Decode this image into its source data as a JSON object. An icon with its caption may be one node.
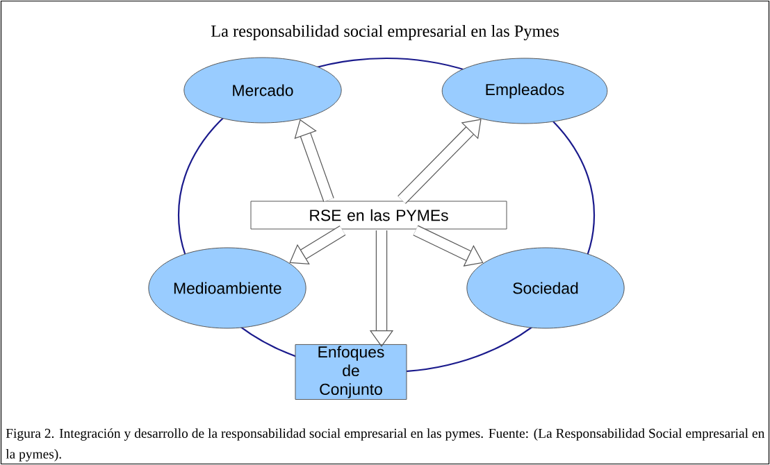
{
  "diagram": {
    "title": "La responsabilidad social empresarial en las Pymes",
    "caption": "Figura 2. Integración y desarrollo de la responsabilidad social empresarial en las pymes. Fuente: (La Responsabilidad Social empresarial en la pymes).",
    "nodes": [
      {
        "text": [
          "Mercado"
        ]
      },
      {
        "text": [
          "Empleados"
        ]
      },
      {
        "text": [
          "RSE en las PYMEs"
        ]
      },
      {
        "text": [
          "Medioambiente"
        ]
      },
      {
        "text": [
          "Sociedad"
        ]
      },
      {
        "text": [
          "Enfoques de Conjunto"
        ]
      }
    ],
    "edges": [
      {
        "from": 2,
        "to": 0,
        "arrow": "to"
      },
      {
        "from": 2,
        "to": 1,
        "arrow": "to"
      },
      {
        "from": 2,
        "to": 3,
        "arrow": "to"
      },
      {
        "from": 2,
        "to": 5,
        "arrow": "to"
      },
      {
        "from": 2,
        "to": 4,
        "arrow": "to"
      }
    ]
  }
}
